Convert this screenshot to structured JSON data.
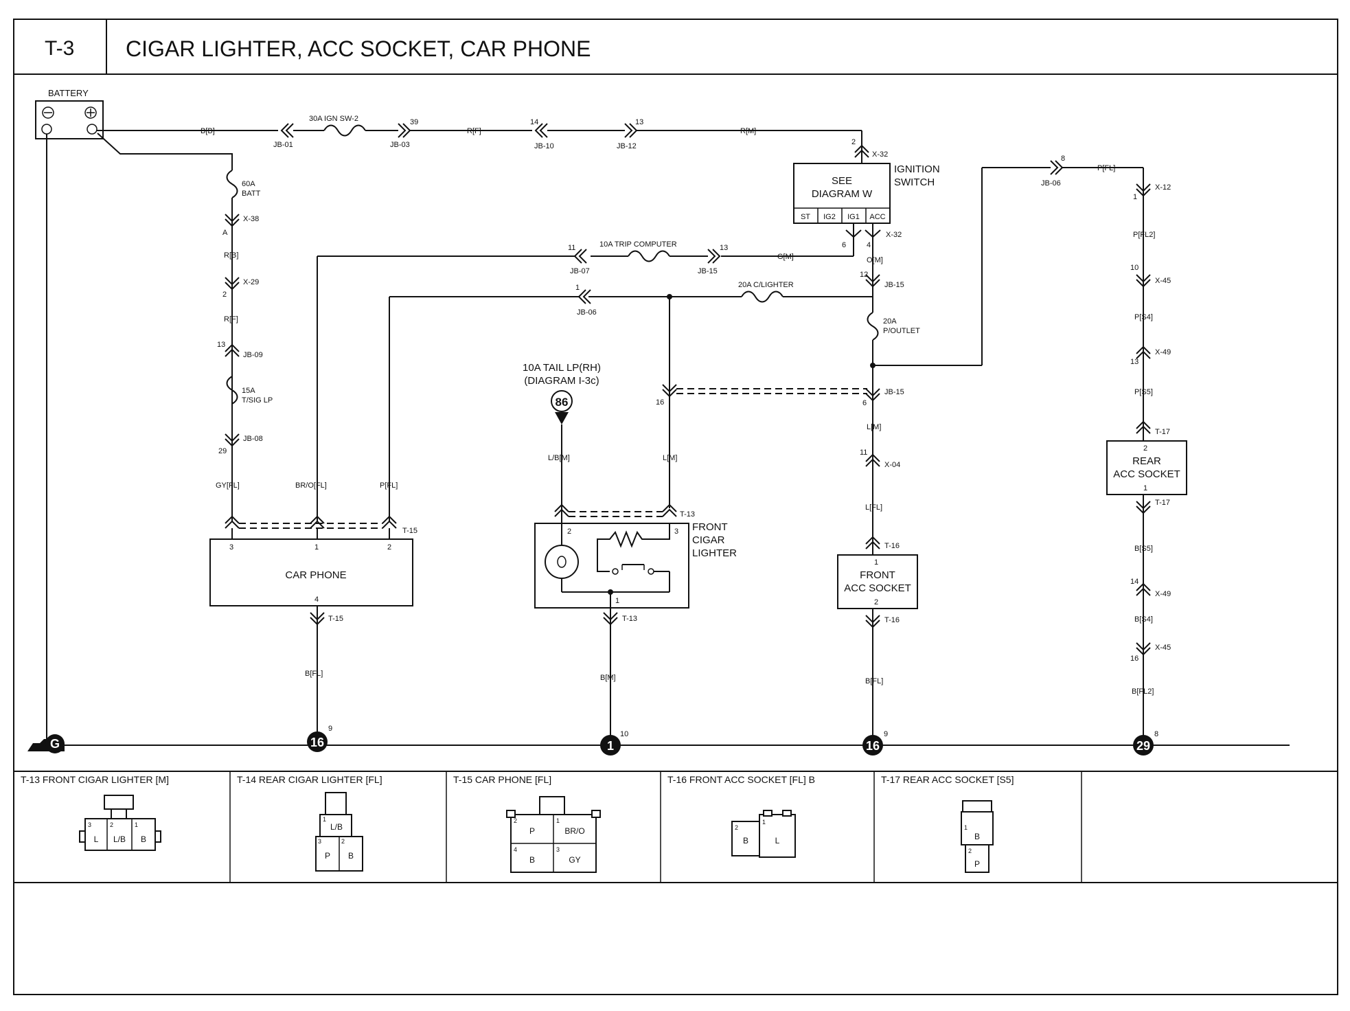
{
  "header": {
    "code": "T-3",
    "title": "CIGAR LIGHTER, ACC SOCKET, CAR PHONE"
  },
  "components": {
    "battery": "BATTERY",
    "batt_minus": "⊖",
    "batt_plus": "⊕",
    "ignition_box": [
      "SEE",
      "DIAGRAM W"
    ],
    "ignition_label": [
      "IGNITION",
      "SWITCH"
    ],
    "ignition_terms": [
      "ST",
      "IG2",
      "IG1",
      "ACC"
    ],
    "car_phone": "CAR PHONE",
    "front_cigar": [
      "FRONT",
      "CIGAR",
      "LIGHTER"
    ],
    "front_acc": [
      "FRONT",
      "ACC SOCKET"
    ],
    "rear_acc": [
      "REAR",
      "ACC SOCKET"
    ],
    "tail_ref": [
      "10A TAIL LP(RH)",
      "(DIAGRAM I-3c)"
    ],
    "tail_ref_num": "86"
  },
  "fuses": {
    "ign_sw2": "30A IGN SW-2",
    "batt_60a": [
      "60A",
      "BATT"
    ],
    "tsig": [
      "15A",
      "T/SIG LP"
    ],
    "trip": "10A TRIP COMPUTER",
    "clighter": "20A C/LIGHTER",
    "poutlet": [
      "20A",
      "P/OUTLET"
    ]
  },
  "connectors": {
    "jb01": "JB-01",
    "jb03": "JB-03",
    "jb10": "JB-10",
    "jb12": "JB-12",
    "x32a": "X-32",
    "x32b": "X-32",
    "x38": "X-38",
    "x29": "X-29",
    "jb09": "JB-09",
    "jb08": "JB-08",
    "jb07": "JB-07",
    "jb15a": "JB-15",
    "jb06a": "JB-06",
    "jb15b": "JB-15",
    "jb15c": "JB-15",
    "jb06b": "JB-06",
    "x12": "X-12",
    "x45a": "X-45",
    "x49a": "X-49",
    "t17a": "T-17",
    "t17b": "T-17",
    "x49b": "X-49",
    "x45b": "X-45",
    "t15a": "T-15",
    "t15b": "T-15",
    "t13a": "T-13",
    "t13b": "T-13",
    "t16a": "T-16",
    "t16b": "T-16",
    "x04": "X-04"
  },
  "wires": {
    "bb": "B[B]",
    "rf": "R[F]",
    "rm": "R[M]",
    "rb": "R[B]",
    "rf2": "R[F]",
    "gyfl": "GY[FL]",
    "brofl": "BR/O[FL]",
    "pfl": "P[FL]",
    "gm": "G[M]",
    "om": "O[M]",
    "lm": "L[M]",
    "lm2": "L[M]",
    "lbm": "L/B[M]",
    "lfl": "L[FL]",
    "pfl_top": "P[FL]",
    "pfl2": "P[FL2]",
    "ps4": "P[S4]",
    "ps5": "P[S5]",
    "bs5": "B[S5]",
    "bs4": "B[S4]",
    "bfl2": "B[FL2]",
    "bfl_a": "B[FL]",
    "bm": "B[M]",
    "bfl_b": "B[FL]"
  },
  "pins": {
    "p39": "39",
    "p14": "14",
    "p13": "13",
    "p2top": "2",
    "pA": "A",
    "p2r": "2",
    "p13jb": "13",
    "p29": "29",
    "p11": "11",
    "p13trip": "13",
    "p6": "6",
    "p4": "4",
    "p12": "12",
    "p1": "1",
    "p6b": "6",
    "p16": "16",
    "p11b": "11",
    "p8": "8",
    "p1x12": "1",
    "p10": "10",
    "p13x49": "13",
    "p14x49": "14",
    "p16x45": "16",
    "cp3": "3",
    "cp1": "1",
    "cp2": "2",
    "cp4": "4",
    "cl2": "2",
    "cl3": "3",
    "cl1": "1",
    "fa1": "1",
    "fa2": "2",
    "ra2": "2",
    "ra1": "1",
    "g9a": "9",
    "g10": "10",
    "g9b": "9",
    "g8": "8"
  },
  "grounds": {
    "g_main": "G",
    "g16a": "16",
    "g1": "1",
    "g16b": "16",
    "g29": "29"
  },
  "connector_table": [
    {
      "title": "T-13 FRONT CIGAR LIGHTER [M]",
      "cells": [
        "L",
        "L/B",
        "B"
      ],
      "nums": [
        "3",
        "2",
        "1"
      ]
    },
    {
      "title": "T-14 REAR CIGAR LIGHTER [FL]",
      "cells": [
        "L/B",
        "P",
        "B"
      ],
      "nums": [
        "1",
        "3",
        "2"
      ]
    },
    {
      "title": "T-15 CAR PHONE [FL]",
      "cells": [
        "P",
        "BR/O",
        "B",
        "GY"
      ],
      "nums": [
        "2",
        "1",
        "4",
        "3"
      ]
    },
    {
      "title": "T-16 FRONT ACC SOCKET [FL] B",
      "cells": [
        "B",
        "L"
      ],
      "nums": [
        "2",
        "1"
      ]
    },
    {
      "title": "T-17 REAR ACC SOCKET [S5]",
      "cells": [
        "B",
        "P"
      ],
      "nums": [
        "1",
        "2"
      ]
    }
  ]
}
